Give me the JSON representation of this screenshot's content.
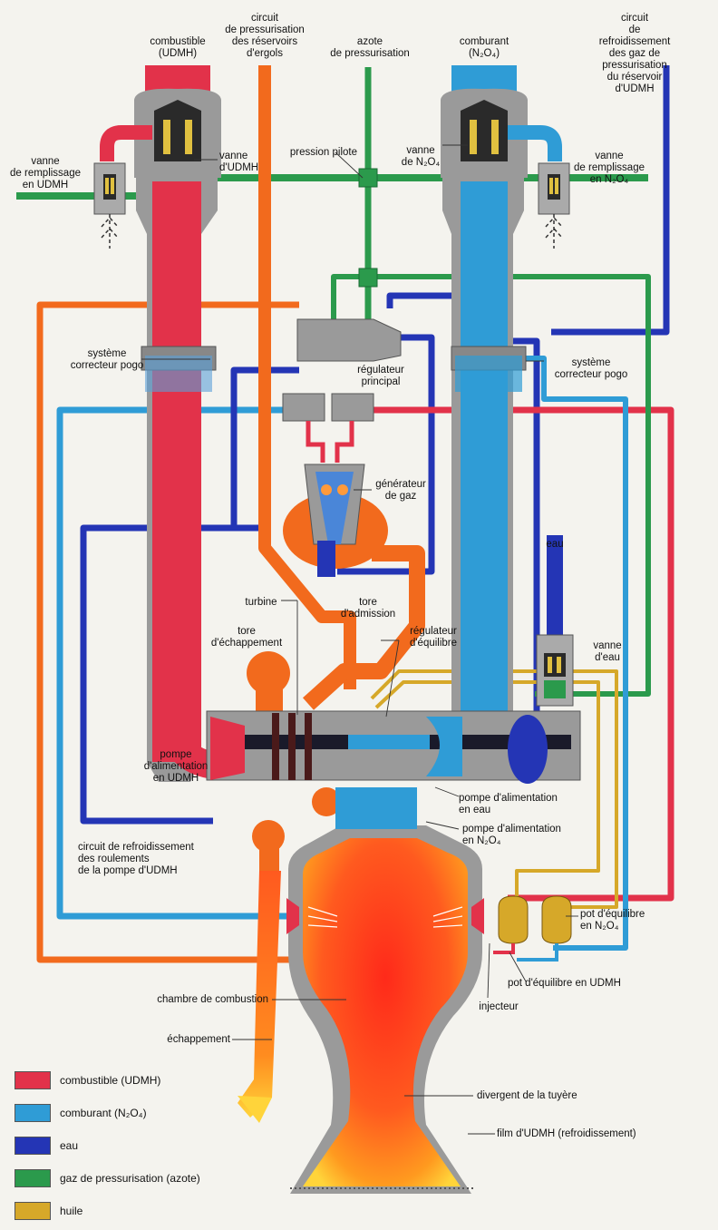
{
  "colors": {
    "fuel": "#e2324a",
    "oxidizer": "#2f9cd6",
    "water": "#2435b5",
    "nitrogen": "#2b9a4c",
    "oil": "#d6a829",
    "hot": "#f26a1d",
    "steel": "#8a8a8a"
  },
  "labels": {
    "combustible": "combustible\n(UDMH)",
    "circuit_ergols": "circuit\nde pressurisation\ndes réservoirs\nd'ergols",
    "azote": "azote\nde pressurisation",
    "comburant": "comburant\n(N₂O₄)",
    "circuit_refroid_udmh": "circuit\nde refroidissement\ndes gaz de pressurisation\ndu réservoir d'UDMH",
    "vanne_remplissage_udmh": "vanne\nde remplissage\nen UDMH",
    "vanne_udmh": "vanne\nd'UDMH",
    "pression_pilote": "pression pilote",
    "vanne_n2o4": "vanne\nde N₂O₄",
    "vanne_remplissage_n2o4": "vanne\nde remplissage\nen N₂O₄",
    "pogo_left": "système\ncorrecteur pogo",
    "regulateur_principal": "régulateur\nprincipal",
    "pogo_right": "système\ncorrecteur pogo",
    "generateur_gaz": "générateur\nde gaz",
    "eau": "eau",
    "turbine": "turbine",
    "tore_admission": "tore\nd'admission",
    "tore_echappement": "tore\nd'échappement",
    "regulateur_equilibre": "régulateur\nd'équilibre",
    "vanne_eau": "vanne\nd'eau",
    "pompe_udmh": "pompe\nd'alimentation\nen UDMH",
    "pompe_eau": "pompe d'alimentation\nen eau",
    "pompe_n2o4": "pompe d'alimentation\nen N₂O₄",
    "circuit_roulements": "circuit de refroidissement\ndes roulements\nde la pompe d'UDMH",
    "pot_equilibre_n2o4": "pot d'équilibre\nen N₂O₄",
    "pot_equilibre_udmh": "pot d'équilibre en UDMH",
    "injecteur": "injecteur",
    "chambre": "chambre de combustion",
    "echappement": "échappement",
    "divergent": "divergent de la tuyère",
    "film": "film d'UDMH (refroidissement)"
  },
  "legend": [
    {
      "label": "combustible (UDMH)",
      "color": "#e2324a"
    },
    {
      "label": "comburant (N₂O₄)",
      "color": "#2f9cd6"
    },
    {
      "label": "eau",
      "color": "#2435b5"
    },
    {
      "label": "gaz de pressurisation (azote)",
      "color": "#2b9a4c"
    },
    {
      "label": "huile",
      "color": "#d6a829"
    }
  ]
}
